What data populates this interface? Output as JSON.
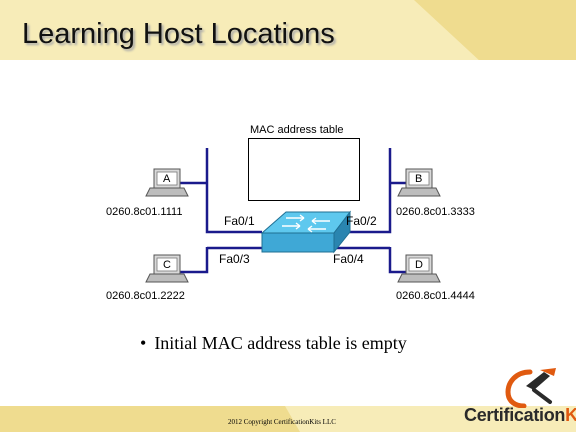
{
  "title": "Learning Host Locations",
  "mac_table_label": "MAC address table",
  "hosts": [
    {
      "letter": "A",
      "mac": "0260.8c01.1111",
      "port": "Fa0/1"
    },
    {
      "letter": "B",
      "mac": "0260.8c01.3333",
      "port": "Fa0/2"
    },
    {
      "letter": "C",
      "mac": "0260.8c01.2222",
      "port": "Fa0/3"
    },
    {
      "letter": "D",
      "mac": "0260.8c01.4444",
      "port": "Fa0/4"
    }
  ],
  "bullet": {
    "symbol": "•",
    "text": "Initial MAC address table is empty"
  },
  "footer": {
    "copyright": "2012 Copyright CertificationKits  LLC"
  },
  "logo": {
    "part1": "Certification",
    "part2": "Kits"
  },
  "colors": {
    "link": "#1a1a8c",
    "switch": "#3fa8d6",
    "switch_top": "#5ec8ee",
    "title_bg": "#f7ecb8",
    "logo_accent": "#e05a10"
  }
}
